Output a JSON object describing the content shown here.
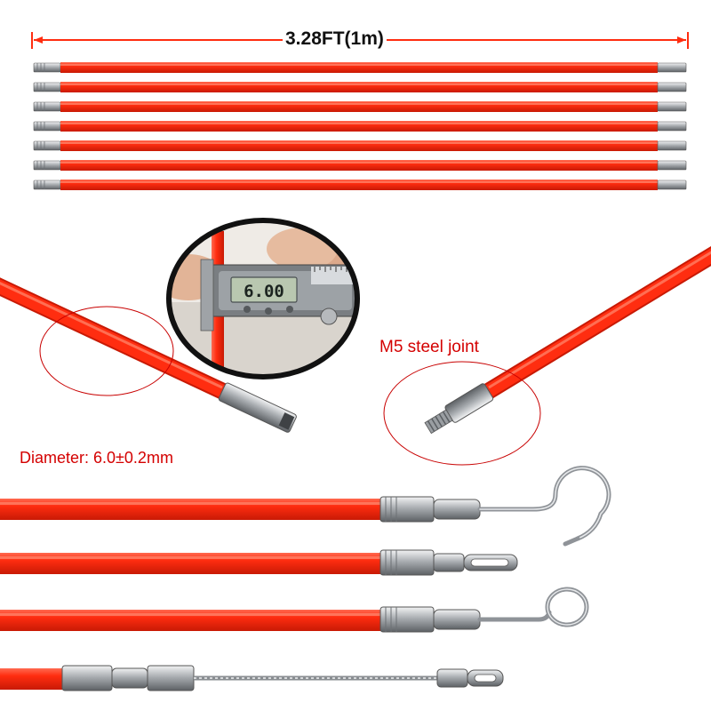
{
  "labels": {
    "length": "3.28FT(1m)",
    "joint": "M5 steel joint",
    "diameter": "Diameter: 6.0±0.2mm",
    "caliper_reading": "6.00"
  },
  "rod_set": {
    "count": 7
  },
  "end_fittings": [
    "hook",
    "slotted-eye",
    "ring-eye",
    "cable-eye"
  ],
  "colors": {
    "rod": "#ff2d10",
    "rod_highlight": "#ff8a70",
    "callout": "#c80000",
    "steel": "#b8bcc0",
    "caliper_lcd": "#b9c7b0",
    "label_red": "#d40000"
  }
}
